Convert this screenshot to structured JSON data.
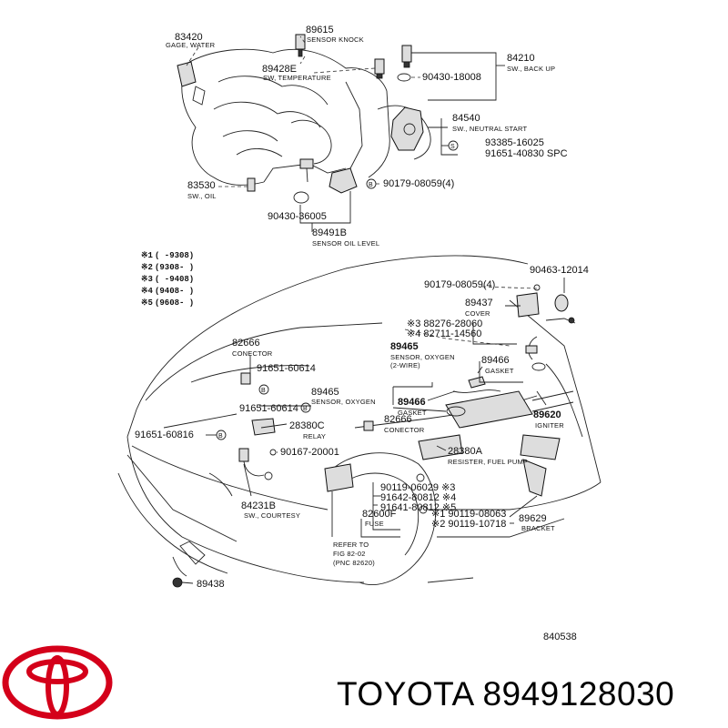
{
  "brand": {
    "name": "TOYOTA",
    "part_number": "8949128030",
    "logo_color": "#d4001a"
  },
  "diagram_code": "840538",
  "engine_parts": [
    {
      "pn": "83420",
      "desc": "GAGE, WATER"
    },
    {
      "pn": "89615",
      "desc": "SENSOR KNOCK"
    },
    {
      "pn": "89428E",
      "desc": "SW, TEMPERATURE"
    },
    {
      "pn": "84210",
      "desc": "SW., BACK UP"
    },
    {
      "pn": "90430-18008",
      "desc": ""
    },
    {
      "pn": "84540",
      "desc": "SW., NEUTRAL START"
    },
    {
      "pn": "93385-16025",
      "desc": ""
    },
    {
      "pn": "91651-40830 SPC",
      "desc": ""
    },
    {
      "pn": "83530",
      "desc": "SW., OIL"
    },
    {
      "pn": "90179-08059(4)",
      "desc": ""
    },
    {
      "pn": "90430-36005",
      "desc": ""
    },
    {
      "pn": "89491B",
      "desc": "SENSOR OIL LEVEL"
    }
  ],
  "legend": [
    {
      "mark": "※1",
      "range": "(      -9308)"
    },
    {
      "mark": "※2",
      "range": "(9308-      )"
    },
    {
      "mark": "※3",
      "range": "(      -9408)"
    },
    {
      "mark": "※4",
      "range": "(9408-      )"
    },
    {
      "mark": "※5",
      "range": "(9608-      )"
    }
  ],
  "body_parts": [
    {
      "pn": "90463-12014",
      "desc": ""
    },
    {
      "pn": "90179-08059(4)",
      "desc": ""
    },
    {
      "pn": "89437",
      "desc": "COVER"
    },
    {
      "pn": "※3 88276-28060",
      "desc": ""
    },
    {
      "pn": "※4 82711-14560",
      "desc": ""
    },
    {
      "pn": "82666",
      "desc": "CONECTOR"
    },
    {
      "pn": "89465",
      "desc": "SENSOR, OXYGEN"
    },
    {
      "pn": "(2-WIRE)",
      "desc": ""
    },
    {
      "pn": "91651-60614",
      "desc": ""
    },
    {
      "pn": "89466",
      "desc": "GASKET"
    },
    {
      "pn": "89465",
      "desc": "SENSOR, OXYGEN"
    },
    {
      "pn": "91651-60614",
      "desc": ""
    },
    {
      "pn": "89466",
      "desc": "GASKET"
    },
    {
      "pn": "82666",
      "desc": "CONECTOR"
    },
    {
      "pn": "89620",
      "desc": "IGNITER"
    },
    {
      "pn": "91651-60816",
      "desc": ""
    },
    {
      "pn": "28380C",
      "desc": "RELAY"
    },
    {
      "pn": "90167-20001",
      "desc": ""
    },
    {
      "pn": "28380A",
      "desc": "RESISTER, FUEL PUMP"
    },
    {
      "pn": "90119-06029 ※3",
      "desc": ""
    },
    {
      "pn": "91642-80812 ※4",
      "desc": ""
    },
    {
      "pn": "91641-80812 ※5",
      "desc": ""
    },
    {
      "pn": "84231B",
      "desc": "SW., COURTESY"
    },
    {
      "pn": "82600F",
      "desc": "FUSE"
    },
    {
      "pn": "※1 90119-08063",
      "desc": ""
    },
    {
      "pn": "※2 90119-10718",
      "desc": ""
    },
    {
      "pn": "89629",
      "desc": "BRACKET"
    },
    {
      "pn": "89438",
      "desc": ""
    }
  ],
  "refer": {
    "line1": "REFER TO",
    "line2": "FIG 82-02",
    "line3": "(PNC 82620)"
  }
}
